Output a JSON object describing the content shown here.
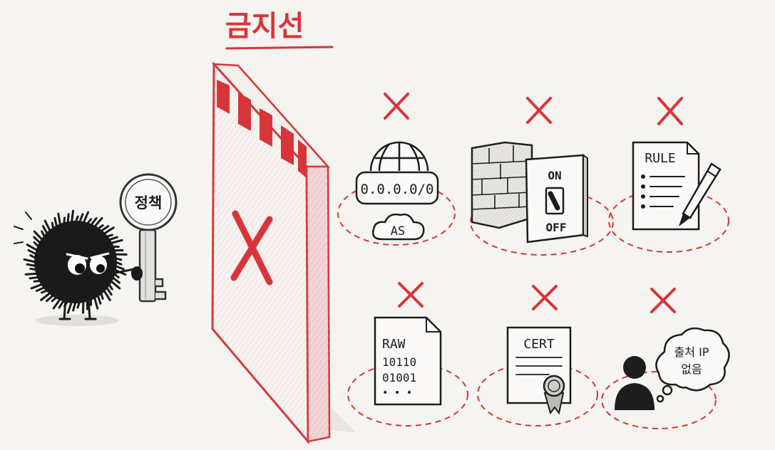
{
  "title": "금지선",
  "key_tag": "정책",
  "items": {
    "ip_block": {
      "prefix": "0.0.0.0/0",
      "cloud": "AS"
    },
    "firewall_switch": {
      "on": "ON",
      "off": "OFF"
    },
    "rule_doc": {
      "label": "RULE"
    },
    "raw_doc": {
      "label": "RAW",
      "line1": "10110",
      "line2": "01001",
      "line3": "• • •"
    },
    "cert_doc": {
      "label": "CERT"
    },
    "no_source": {
      "line1": "출처 IP",
      "line2": "없음"
    }
  },
  "colors": {
    "accent_red": "#d8353a",
    "ink": "#1d1d1d",
    "paper": "#f6f4f0"
  }
}
